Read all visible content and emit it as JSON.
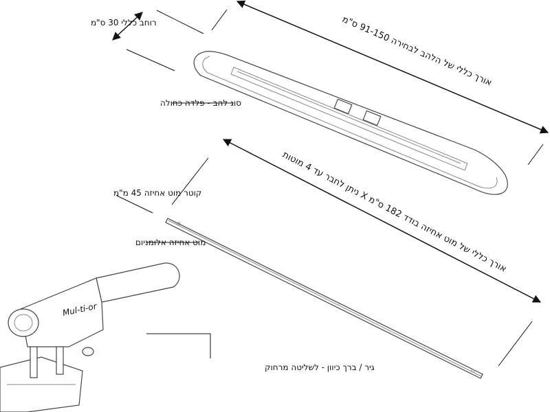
{
  "labels": {
    "overall_width": "רוחב כללי 30 ס\"מ",
    "blade_length": "אורך כללי של הלהב לבחירה 91-150 ס\"מ",
    "blade_type": "סוג להב - פלדה כחולה",
    "handle_length": "אורך כללי של מוט אחיזה בודד 182 ס\"מ X ניתן לחבר עד 4 מוטות",
    "handle_diameter": "קוטר מוט אחיזה 45 מ\"מ",
    "handle_material": "מוט אחיזה אלומניום",
    "gear": "גיר / ברך כיוון - לשליטה מרחוק"
  },
  "brand_marking": "Mul-ti-or",
  "colors": {
    "ink": "#111111",
    "drawing": "#444444",
    "background": "#ffffff"
  }
}
